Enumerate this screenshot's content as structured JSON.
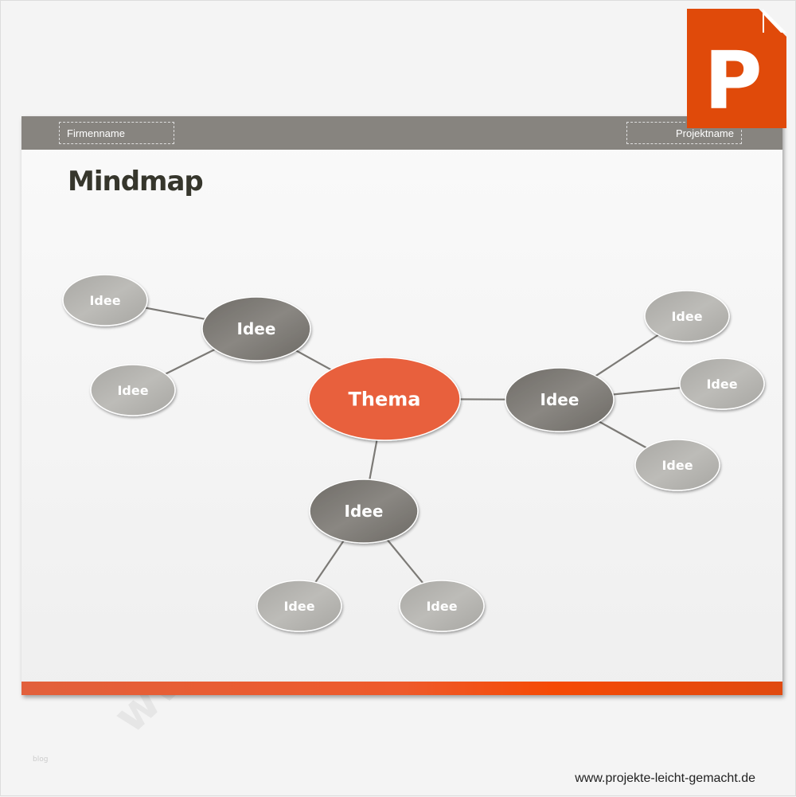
{
  "slide": {
    "header_left": "Firmenname",
    "header_right": "Projektname",
    "title": "Mindmap"
  },
  "mindmap": {
    "center": {
      "label": "Thema",
      "color": "#e8603c"
    },
    "branch_color": "#7e7b76",
    "leaf_color": "#b3b2ae",
    "branches": [
      {
        "label": "Idee",
        "leaves": [
          {
            "label": "Idee"
          },
          {
            "label": "Idee"
          }
        ]
      },
      {
        "label": "Idee",
        "leaves": [
          {
            "label": "Idee"
          },
          {
            "label": "Idee"
          },
          {
            "label": "Idee"
          }
        ]
      },
      {
        "label": "Idee",
        "leaves": [
          {
            "label": "Idee"
          },
          {
            "label": "Idee"
          }
        ]
      }
    ]
  },
  "logo": {
    "letter": "P",
    "color": "#e04a0a"
  },
  "watermark": "www.projekte-leicht-gemacht.de",
  "blog_label": "blog",
  "footer_url": "www.projekte-leicht-gemacht.de"
}
